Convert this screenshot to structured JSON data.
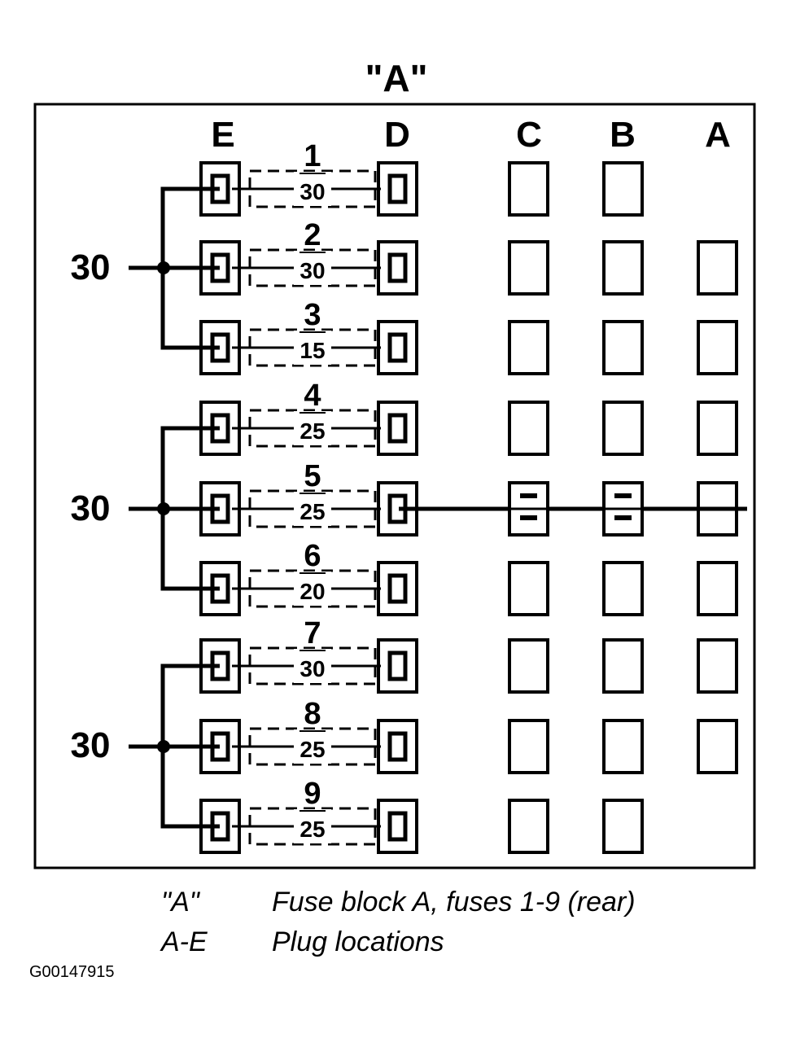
{
  "title": "\"A\"",
  "columns": [
    "E",
    "D",
    "C",
    "B",
    "A"
  ],
  "feeds": [
    "30",
    "30",
    "30"
  ],
  "fuses": [
    {
      "number": "1",
      "amps": "30"
    },
    {
      "number": "2",
      "amps": "30"
    },
    {
      "number": "3",
      "amps": "15"
    },
    {
      "number": "4",
      "amps": "25"
    },
    {
      "number": "5",
      "amps": "25"
    },
    {
      "number": "6",
      "amps": "20"
    },
    {
      "number": "7",
      "amps": "30"
    },
    {
      "number": "8",
      "amps": "25"
    },
    {
      "number": "9",
      "amps": "25"
    }
  ],
  "legend": [
    {
      "key": "\"A\"",
      "text": "Fuse block A, fuses 1-9 (rear)"
    },
    {
      "key": "A-E",
      "text": "Plug locations"
    }
  ],
  "figure_code": "G00147915",
  "colors": {
    "ink": "#000000",
    "paper": "#ffffff"
  }
}
